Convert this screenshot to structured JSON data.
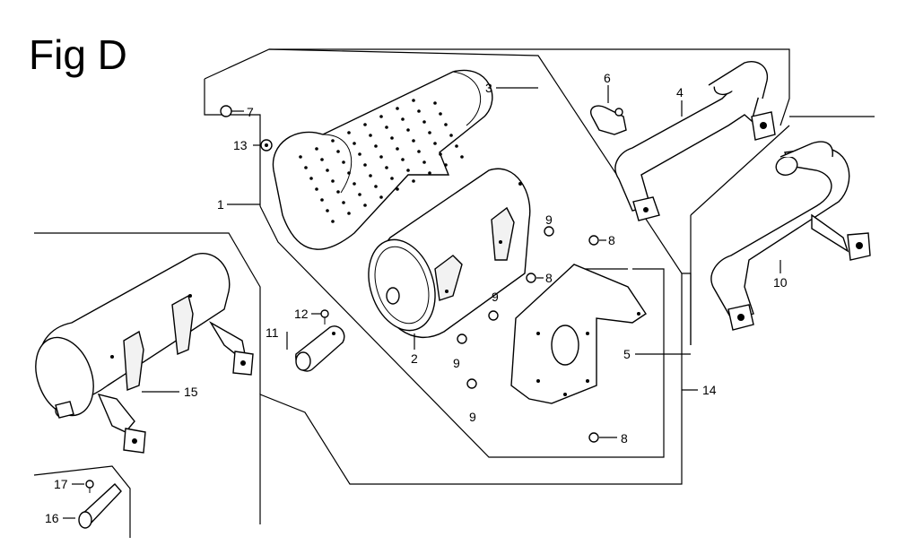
{
  "figure": {
    "title": "Fig D"
  },
  "callouts": {
    "c1": "1",
    "c2": "2",
    "c3": "3",
    "c4": "4",
    "c5": "5",
    "c6": "6",
    "c7": "7",
    "c8a": "8",
    "c8b": "8",
    "c8c": "8",
    "c9a": "9",
    "c9b": "9",
    "c9c": "9",
    "c9d": "9",
    "c10": "10",
    "c11": "11",
    "c12": "12",
    "c13": "13",
    "c14": "14",
    "c15": "15",
    "c16": "16",
    "c17": "17"
  },
  "colors": {
    "line": "#000000",
    "background": "#ffffff"
  }
}
